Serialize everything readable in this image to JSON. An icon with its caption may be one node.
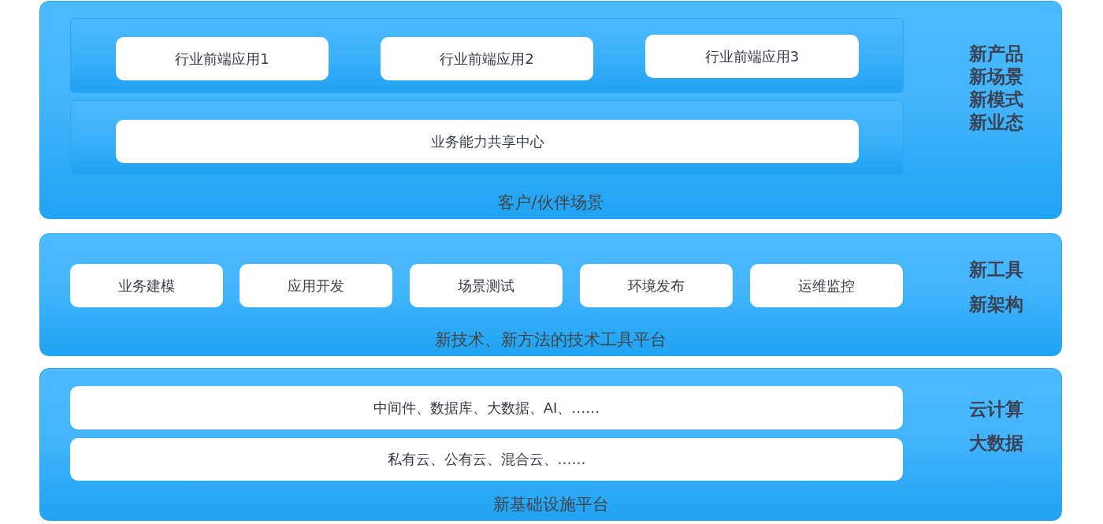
{
  "diagram": {
    "nodes": [
      {
        "text": [
          "客户/伙伴场景",
          "新产品新场景新模式新业态"
        ]
      },
      {
        "text": [],
        "shape": "box",
        "in": 0
      },
      {
        "text": [
          "行业前端应用1"
        ],
        "in": 1
      },
      {
        "text": [
          "行业前端应用2"
        ],
        "in": 1
      },
      {
        "text": [
          "行业前端应用3"
        ],
        "in": 1
      },
      {
        "text": [],
        "shape": "box",
        "in": 0
      },
      {
        "text": [
          "业务能力共享中心"
        ],
        "in": 5
      },
      {
        "text": [
          "新技术、新方法的技术工具平台",
          "新工具新架构"
        ]
      },
      {
        "text": [
          "业务建模"
        ],
        "in": 7
      },
      {
        "text": [
          "应用开发"
        ],
        "in": 7
      },
      {
        "text": [
          "场景测试"
        ],
        "in": 7
      },
      {
        "text": [
          "环境发布"
        ],
        "in": 7
      },
      {
        "text": [
          "运维监控"
        ],
        "in": 7
      },
      {
        "text": [
          "新基础设施平台",
          "云计算大数据"
        ]
      },
      {
        "text": [
          "中间件、数据库、大数据、AI、……"
        ],
        "in": 13
      },
      {
        "text": [
          "私有云、公有云、混合云、……"
        ],
        "in": 13
      }
    ]
  }
}
